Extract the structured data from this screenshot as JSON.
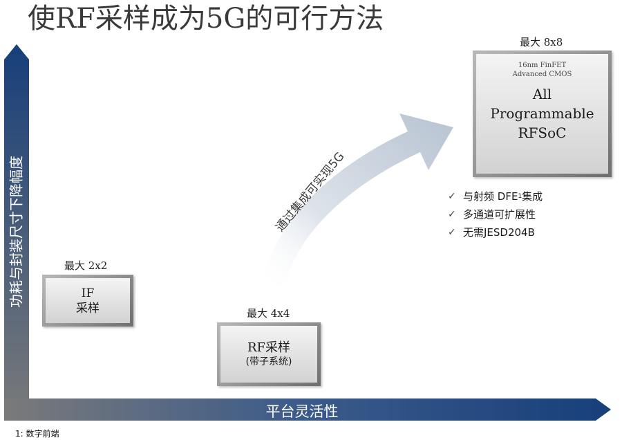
{
  "title": "使RF采样成为5G的可行方法",
  "axes": {
    "y_label": "功耗与封装尺寸下降幅度",
    "x_label": "平台灵活性",
    "y_color_top": "#173f7a",
    "y_color_bottom": "#7a7a7a",
    "x_color_left": "#7a7a7a",
    "x_color_right": "#173f7a"
  },
  "boxes": {
    "if": {
      "size_label": "最大 2x2",
      "line1": "IF",
      "line2": "采样"
    },
    "rf": {
      "size_label": "最大 4x4",
      "line1": "RF采样",
      "line2": "(带子系统)"
    },
    "rfsoc": {
      "size_label": "最大 8x8",
      "tech1": "16nm FinFET",
      "tech2": "Advanced CMOS",
      "name1": "All",
      "name2": "Programmable",
      "name3": "RFSoC"
    }
  },
  "arrow_text": "通过集成可实现5G",
  "features": [
    {
      "check": "✓",
      "text": "与射频 DFE",
      "sup": "1",
      "suffix": "集成"
    },
    {
      "check": "✓",
      "text": "多通道可扩展性",
      "sup": "",
      "suffix": ""
    },
    {
      "check": "✓",
      "text": "无需JESD204B",
      "sup": "",
      "suffix": ""
    }
  ],
  "footnote": "1: 数字前端"
}
